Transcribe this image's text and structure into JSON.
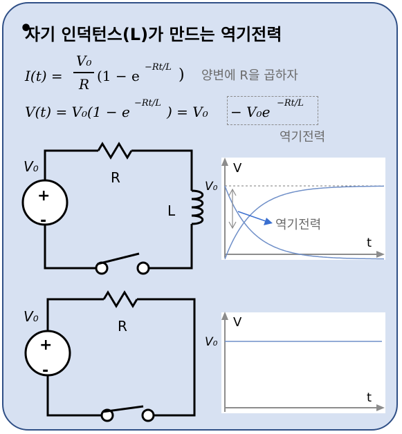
{
  "title": "자기 인덕턴스(L)가 만드는 역기전력",
  "equations": {
    "current_lhs": "I(t) =",
    "current_num": "V₀",
    "current_den": "R",
    "current_rhs": "(1 − e",
    "current_exp": "−Rt/L",
    "current_close": ")",
    "current_note": "양변에 R을 곱하자",
    "voltage_lhs": "V(t) = V₀(1 − e",
    "voltage_exp": "−Rt/L",
    "voltage_mid": ") = V₀",
    "voltage_boxed": "− V₀e",
    "voltage_boxed_exp": "−Rt/L",
    "voltage_box_label": "역기전력"
  },
  "circuit_top": {
    "source_label": "V₀",
    "plus": "+",
    "minus": "-",
    "resistor_label": "R",
    "inductor_label": "L"
  },
  "circuit_bottom": {
    "source_label": "V₀",
    "plus": "+",
    "minus": "-",
    "resistor_label": "R"
  },
  "graph_top": {
    "y_axis_label": "V",
    "x_axis_label": "t",
    "level_label": "V₀",
    "annotation": "역기전력"
  },
  "graph_bottom": {
    "y_axis_label": "V",
    "x_axis_label": "t",
    "level_label": "V₀"
  },
  "colors": {
    "card_bg": "#d7e1f2",
    "card_border": "#2f4f86",
    "curve": "#6f8fc8",
    "arrow": "#3a6fd0",
    "note_gray": "#6b6b6b"
  }
}
